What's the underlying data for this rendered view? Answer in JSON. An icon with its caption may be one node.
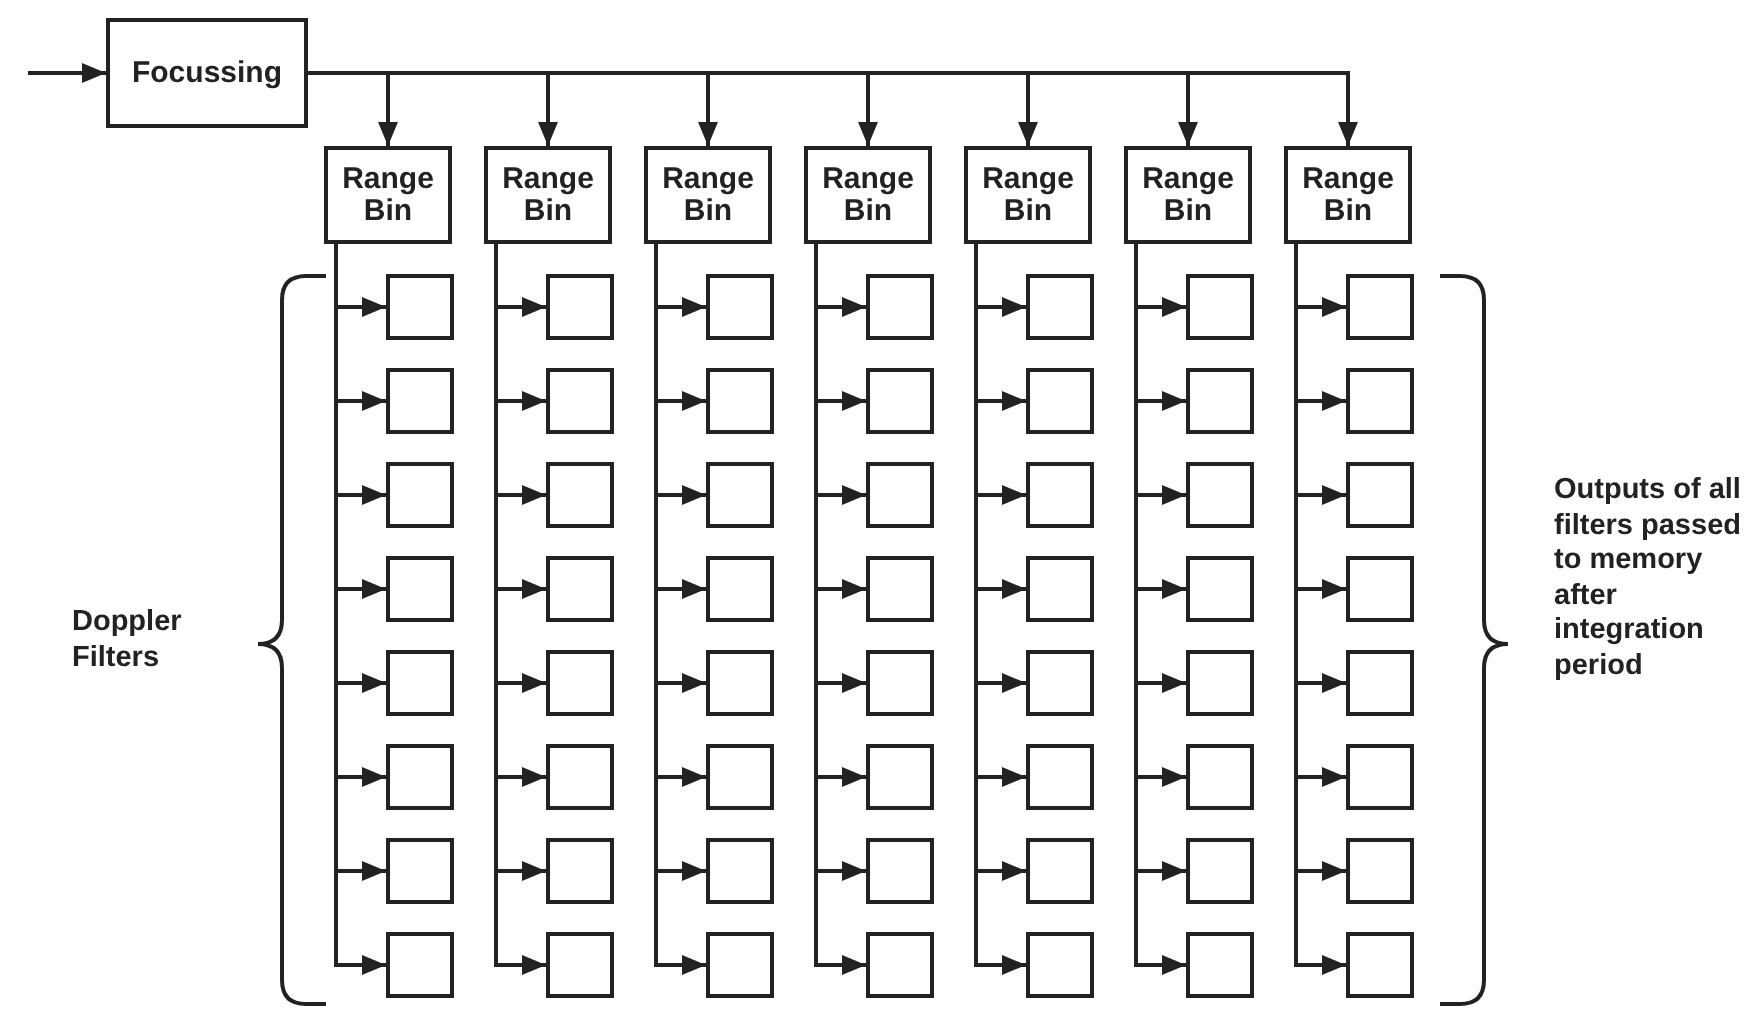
{
  "diagram": {
    "nodes": [
      {
        "text": [
          "Focussing"
        ]
      },
      {
        "text": [
          "Range Bin"
        ]
      },
      {
        "text": [
          "Range Bin"
        ]
      },
      {
        "text": [
          "Range Bin"
        ]
      },
      {
        "text": [
          "Range Bin"
        ]
      },
      {
        "text": [
          "Range Bin"
        ]
      },
      {
        "text": [
          "Range Bin"
        ]
      },
      {
        "text": [
          "Range Bin"
        ]
      },
      {
        "text": [],
        "shape": "box"
      },
      {
        "text": [],
        "shape": "box"
      },
      {
        "text": [],
        "shape": "box"
      },
      {
        "text": [],
        "shape": "box"
      },
      {
        "text": [],
        "shape": "box"
      },
      {
        "text": [],
        "shape": "box"
      },
      {
        "text": [],
        "shape": "box"
      },
      {
        "text": [],
        "shape": "box"
      },
      {
        "text": [],
        "shape": "box"
      },
      {
        "text": [],
        "shape": "box"
      },
      {
        "text": [],
        "shape": "box"
      },
      {
        "text": [],
        "shape": "box"
      },
      {
        "text": [],
        "shape": "box"
      },
      {
        "text": [],
        "shape": "box"
      },
      {
        "text": [],
        "shape": "box"
      },
      {
        "text": [],
        "shape": "box"
      },
      {
        "text": [],
        "shape": "box"
      },
      {
        "text": [],
        "shape": "box"
      },
      {
        "text": [],
        "shape": "box"
      },
      {
        "text": [],
        "shape": "box"
      },
      {
        "text": [],
        "shape": "box"
      },
      {
        "text": [],
        "shape": "box"
      },
      {
        "text": [],
        "shape": "box"
      },
      {
        "text": [],
        "shape": "box"
      },
      {
        "text": [],
        "shape": "box"
      },
      {
        "text": [],
        "shape": "box"
      },
      {
        "text": [],
        "shape": "box"
      },
      {
        "text": [],
        "shape": "box"
      },
      {
        "text": [],
        "shape": "box"
      },
      {
        "text": [],
        "shape": "box"
      },
      {
        "text": [],
        "shape": "box"
      },
      {
        "text": [],
        "shape": "box"
      },
      {
        "text": [],
        "shape": "box"
      },
      {
        "text": [],
        "shape": "box"
      },
      {
        "text": [],
        "shape": "box"
      },
      {
        "text": [],
        "shape": "box"
      },
      {
        "text": [],
        "shape": "box"
      },
      {
        "text": [],
        "shape": "box"
      },
      {
        "text": [],
        "shape": "box"
      },
      {
        "text": [],
        "shape": "box"
      },
      {
        "text": [],
        "shape": "box"
      },
      {
        "text": [],
        "shape": "box"
      },
      {
        "text": [],
        "shape": "box"
      },
      {
        "text": [],
        "shape": "box"
      },
      {
        "text": [],
        "shape": "box"
      },
      {
        "text": [],
        "shape": "box"
      },
      {
        "text": [],
        "shape": "box"
      },
      {
        "text": [],
        "shape": "box"
      },
      {
        "text": [],
        "shape": "box"
      },
      {
        "text": [],
        "shape": "box"
      },
      {
        "text": [],
        "shape": "box"
      },
      {
        "text": [],
        "shape": "box"
      },
      {
        "text": [],
        "shape": "box"
      },
      {
        "text": [],
        "shape": "box"
      },
      {
        "text": [],
        "shape": "box"
      },
      {
        "text": [],
        "shape": "box"
      }
    ],
    "edges": [
      {
        "from": null,
        "to": 0,
        "arrow": "to"
      },
      {
        "from": 0,
        "to": 1,
        "arrow": "to"
      },
      {
        "from": 0,
        "to": 2,
        "arrow": "to"
      },
      {
        "from": 0,
        "to": 3,
        "arrow": "to"
      },
      {
        "from": 0,
        "to": 4,
        "arrow": "to"
      },
      {
        "from": 0,
        "to": 5,
        "arrow": "to"
      },
      {
        "from": 0,
        "to": 6,
        "arrow": "to"
      },
      {
        "from": 0,
        "to": 7,
        "arrow": "to"
      },
      {
        "from": 1,
        "to": 8,
        "arrow": "to"
      },
      {
        "from": 1,
        "to": 9,
        "arrow": "to"
      },
      {
        "from": 1,
        "to": 10,
        "arrow": "to"
      },
      {
        "from": 1,
        "to": 11,
        "arrow": "to"
      },
      {
        "from": 1,
        "to": 12,
        "arrow": "to"
      },
      {
        "from": 1,
        "to": 13,
        "arrow": "to"
      },
      {
        "from": 1,
        "to": 14,
        "arrow": "to"
      },
      {
        "from": 1,
        "to": 15,
        "arrow": "to"
      },
      {
        "from": 2,
        "to": 16,
        "arrow": "to"
      },
      {
        "from": 2,
        "to": 17,
        "arrow": "to"
      },
      {
        "from": 2,
        "to": 18,
        "arrow": "to"
      },
      {
        "from": 2,
        "to": 19,
        "arrow": "to"
      },
      {
        "from": 2,
        "to": 20,
        "arrow": "to"
      },
      {
        "from": 2,
        "to": 21,
        "arrow": "to"
      },
      {
        "from": 2,
        "to": 22,
        "arrow": "to"
      },
      {
        "from": 2,
        "to": 23,
        "arrow": "to"
      },
      {
        "from": 3,
        "to": 24,
        "arrow": "to"
      },
      {
        "from": 3,
        "to": 25,
        "arrow": "to"
      },
      {
        "from": 3,
        "to": 26,
        "arrow": "to"
      },
      {
        "from": 3,
        "to": 27,
        "arrow": "to"
      },
      {
        "from": 3,
        "to": 28,
        "arrow": "to"
      },
      {
        "from": 3,
        "to": 29,
        "arrow": "to"
      },
      {
        "from": 3,
        "to": 30,
        "arrow": "to"
      },
      {
        "from": 3,
        "to": 31,
        "arrow": "to"
      },
      {
        "from": 4,
        "to": 32,
        "arrow": "to"
      },
      {
        "from": 4,
        "to": 33,
        "arrow": "to"
      },
      {
        "from": 4,
        "to": 34,
        "arrow": "to"
      },
      {
        "from": 4,
        "to": 35,
        "arrow": "to"
      },
      {
        "from": 4,
        "to": 36,
        "arrow": "to"
      },
      {
        "from": 4,
        "to": 37,
        "arrow": "to"
      },
      {
        "from": 4,
        "to": 38,
        "arrow": "to"
      },
      {
        "from": 4,
        "to": 39,
        "arrow": "to"
      },
      {
        "from": 5,
        "to": 40,
        "arrow": "to"
      },
      {
        "from": 5,
        "to": 41,
        "arrow": "to"
      },
      {
        "from": 5,
        "to": 42,
        "arrow": "to"
      },
      {
        "from": 5,
        "to": 43,
        "arrow": "to"
      },
      {
        "from": 5,
        "to": 44,
        "arrow": "to"
      },
      {
        "from": 5,
        "to": 45,
        "arrow": "to"
      },
      {
        "from": 5,
        "to": 46,
        "arrow": "to"
      },
      {
        "from": 5,
        "to": 47,
        "arrow": "to"
      },
      {
        "from": 6,
        "to": 48,
        "arrow": "to"
      },
      {
        "from": 6,
        "to": 49,
        "arrow": "to"
      },
      {
        "from": 6,
        "to": 50,
        "arrow": "to"
      },
      {
        "from": 6,
        "to": 51,
        "arrow": "to"
      },
      {
        "from": 6,
        "to": 52,
        "arrow": "to"
      },
      {
        "from": 6,
        "to": 53,
        "arrow": "to"
      },
      {
        "from": 6,
        "to": 54,
        "arrow": "to"
      },
      {
        "from": 6,
        "to": 55,
        "arrow": "to"
      },
      {
        "from": 7,
        "to": 56,
        "arrow": "to"
      },
      {
        "from": 7,
        "to": 57,
        "arrow": "to"
      },
      {
        "from": 7,
        "to": 58,
        "arrow": "to"
      },
      {
        "from": 7,
        "to": 59,
        "arrow": "to"
      },
      {
        "from": 7,
        "to": 60,
        "arrow": "to"
      },
      {
        "from": 7,
        "to": 61,
        "arrow": "to"
      },
      {
        "from": 7,
        "to": 62,
        "arrow": "to"
      },
      {
        "from": 7,
        "to": 63,
        "arrow": "to"
      }
    ],
    "labels": [
      "Doppler Filters",
      "Outputs of all filters passed to memory after integration period"
    ]
  }
}
